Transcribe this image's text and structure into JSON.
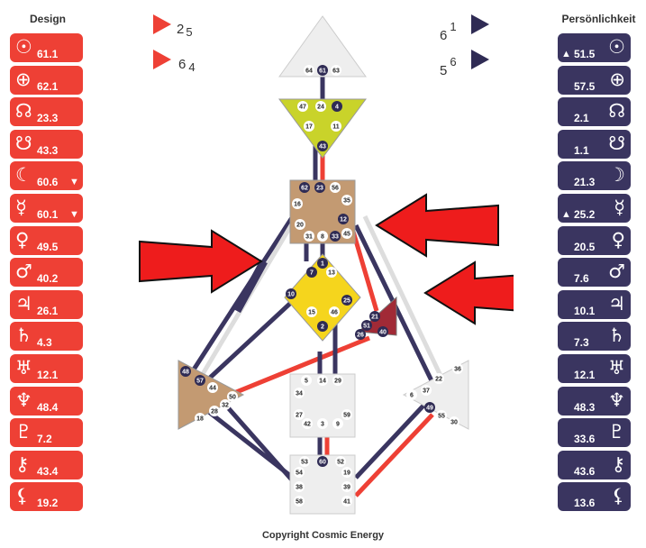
{
  "columns": {
    "design_title": "Design",
    "personality_title": "Persönlichkeit"
  },
  "colors": {
    "design": "#ee4035",
    "personality": "#3a3560",
    "center_beige": "#c39a72",
    "center_yellow": "#f5d51d",
    "center_lime": "#c9d32a",
    "center_maroon": "#a12a36",
    "center_white": "#eeeeee"
  },
  "design": [
    {
      "icon": "sun-icon",
      "symbol": "☉",
      "value": "61.1",
      "flag": ""
    },
    {
      "icon": "earth-icon",
      "symbol": "⊕",
      "value": "62.1",
      "flag": ""
    },
    {
      "icon": "north-node-icon",
      "symbol": "☊",
      "value": "23.3",
      "flag": ""
    },
    {
      "icon": "south-node-icon",
      "symbol": "☋",
      "value": "43.3",
      "flag": ""
    },
    {
      "icon": "moon-icon",
      "symbol": "☾",
      "value": "60.6",
      "flag": "▼"
    },
    {
      "icon": "mercury-icon",
      "symbol": "☿",
      "value": "60.1",
      "flag": "▼"
    },
    {
      "icon": "venus-icon",
      "symbol": "♀",
      "value": "49.5",
      "flag": ""
    },
    {
      "icon": "mars-icon",
      "symbol": "♂",
      "value": "40.2",
      "flag": ""
    },
    {
      "icon": "jupiter-icon",
      "symbol": "♃",
      "value": "26.1",
      "flag": ""
    },
    {
      "icon": "saturn-icon",
      "symbol": "♄",
      "value": "4.3",
      "flag": ""
    },
    {
      "icon": "uranus-icon",
      "symbol": "♅",
      "value": "12.1",
      "flag": ""
    },
    {
      "icon": "neptune-icon",
      "symbol": "♆",
      "value": "48.4",
      "flag": ""
    },
    {
      "icon": "pluto-icon",
      "symbol": "♇",
      "value": "7.2",
      "flag": ""
    },
    {
      "icon": "chiron-icon",
      "symbol": "⚷",
      "value": "43.4",
      "flag": ""
    },
    {
      "icon": "lilith-icon",
      "symbol": "⚸",
      "value": "19.2",
      "flag": ""
    }
  ],
  "personality": [
    {
      "icon": "sun-icon",
      "symbol": "☉",
      "value": "51.5",
      "flag": "▲"
    },
    {
      "icon": "earth-icon",
      "symbol": "⊕",
      "value": "57.5",
      "flag": ""
    },
    {
      "icon": "north-node-icon",
      "symbol": "☊",
      "value": "2.1",
      "flag": ""
    },
    {
      "icon": "south-node-icon",
      "symbol": "☋",
      "value": "1.1",
      "flag": ""
    },
    {
      "icon": "moon-icon",
      "symbol": "☽",
      "value": "21.3",
      "flag": ""
    },
    {
      "icon": "mercury-icon",
      "symbol": "☿",
      "value": "25.2",
      "flag": "▲"
    },
    {
      "icon": "venus-icon",
      "symbol": "♀",
      "value": "20.5",
      "flag": ""
    },
    {
      "icon": "mars-icon",
      "symbol": "♂",
      "value": "7.6",
      "flag": ""
    },
    {
      "icon": "jupiter-icon",
      "symbol": "♃",
      "value": "10.1",
      "flag": ""
    },
    {
      "icon": "saturn-icon",
      "symbol": "♄",
      "value": "7.3",
      "flag": ""
    },
    {
      "icon": "uranus-icon",
      "symbol": "♅",
      "value": "12.1",
      "flag": ""
    },
    {
      "icon": "neptune-icon",
      "symbol": "♆",
      "value": "48.3",
      "flag": ""
    },
    {
      "icon": "pluto-icon",
      "symbol": "♇",
      "value": "33.6",
      "flag": ""
    },
    {
      "icon": "chiron-icon",
      "symbol": "⚷",
      "value": "43.6",
      "flag": ""
    },
    {
      "icon": "lilith-icon",
      "symbol": "⚸",
      "value": "13.6",
      "flag": ""
    }
  ],
  "variables": {
    "design_top": {
      "base": "2",
      "sub": "5"
    },
    "design_bottom": {
      "base": "6",
      "sub": "4"
    },
    "personality_top": {
      "base": "6",
      "sup": "1"
    },
    "personality_bottom": {
      "base": "5",
      "sup": "6"
    }
  },
  "bodygraph": {
    "gates": [
      "64",
      "61",
      "63",
      "47",
      "24",
      "4",
      "17",
      "11",
      "43",
      "62",
      "23",
      "56",
      "16",
      "35",
      "20",
      "12",
      "31",
      "8",
      "33",
      "45",
      "1",
      "7",
      "13",
      "10",
      "25",
      "15",
      "46",
      "2",
      "21",
      "51",
      "26",
      "40",
      "48",
      "57",
      "44",
      "50",
      "18",
      "28",
      "32",
      "6",
      "37",
      "22",
      "36",
      "49",
      "55",
      "30",
      "5",
      "14",
      "29",
      "34",
      "27",
      "59",
      "42",
      "3",
      "9",
      "53",
      "60",
      "52",
      "54",
      "19",
      "38",
      "39",
      "58",
      "41"
    ],
    "defined_gates": [
      "61",
      "4",
      "43",
      "62",
      "23",
      "12",
      "33",
      "1",
      "7",
      "10",
      "25",
      "2",
      "21",
      "51",
      "26",
      "40",
      "48",
      "57",
      "49",
      "60"
    ]
  },
  "copyright": "Copyright Cosmic Energy"
}
